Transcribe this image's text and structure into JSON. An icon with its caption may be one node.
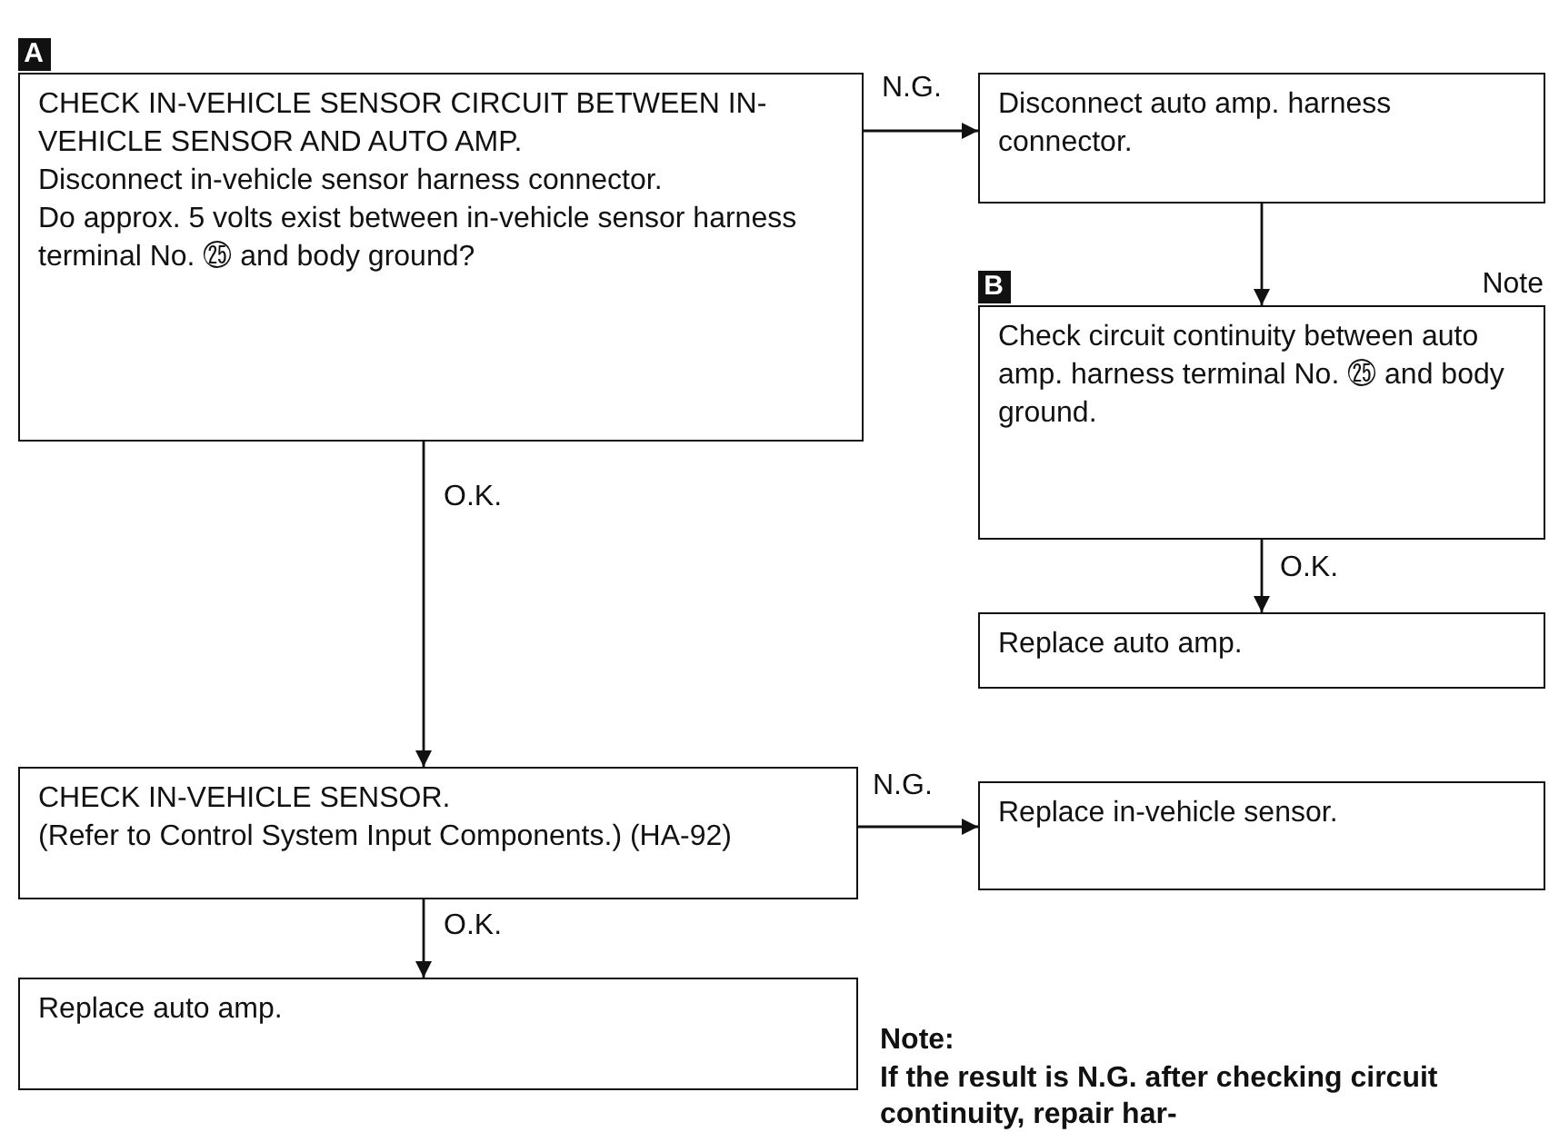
{
  "diagram": {
    "nodes": [
      {
        "text": [
          "A",
          "CHECK IN-VEHICLE SENSOR CIRCUIT BETWEEN IN-VEHICLE SENSOR AND AUTO AMP.",
          "Disconnect in-vehicle sensor harness connector.",
          "Do approx. 5 volts exist between in-vehicle sensor harness terminal No. ㉕ and body ground?"
        ]
      },
      {
        "text": [
          "Disconnect auto amp. harness connector."
        ]
      },
      {
        "text": [
          "B",
          "Check circuit continuity between auto amp. harness terminal No. ㉕ and body ground."
        ],
        "beside": [
          "Note"
        ]
      },
      {
        "text": [
          "Replace auto amp."
        ]
      },
      {
        "text": [
          "CHECK IN-VEHICLE SENSOR.",
          "(Refer to Control System Input Components.) (HA-92)"
        ]
      },
      {
        "text": [
          "Replace in-vehicle sensor."
        ]
      },
      {
        "text": [
          "Replace auto amp."
        ]
      }
    ],
    "edges": [
      {
        "from": 0,
        "to": 1,
        "arrow": "to",
        "label": "N.G."
      },
      {
        "from": 1,
        "to": 2,
        "arrow": "to"
      },
      {
        "from": 2,
        "to": 3,
        "arrow": "to",
        "label": "O.K."
      },
      {
        "from": 0,
        "to": 4,
        "arrow": "to",
        "label": "O.K."
      },
      {
        "from": 4,
        "to": 5,
        "arrow": "to",
        "label": "N.G."
      },
      {
        "from": 4,
        "to": 6,
        "arrow": "to",
        "label": "O.K."
      }
    ],
    "labels": [
      "Note:",
      "If the result is N.G. after checking circuit continuity, repair har-"
    ]
  }
}
